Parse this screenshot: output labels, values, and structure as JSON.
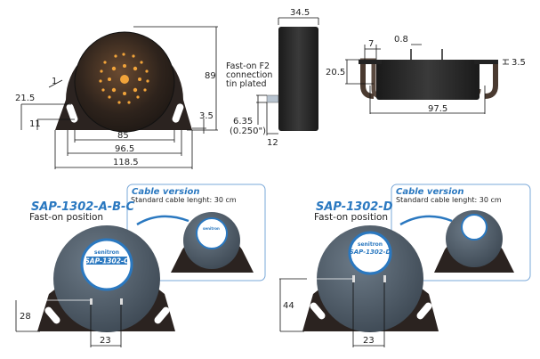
{
  "front_view": {
    "dims": {
      "height": "89",
      "slot_offset": "21.5",
      "slot_height": "11",
      "base": "3.5",
      "slot_inner": "85",
      "slot_outer": "96.5",
      "width": "118.5",
      "wall": "1"
    }
  },
  "side_view": {
    "dims": {
      "depth": "34.5",
      "terminal": "12",
      "faston_width": "6.35",
      "faston_width_in": "(0.250\")"
    },
    "note": [
      "Fast-on F2",
      "connection",
      "tin plated"
    ]
  },
  "top_view": {
    "dims": {
      "flange": "7",
      "pin": "0.8",
      "flange_thickness": "3.5",
      "height": "20.5",
      "slot_span": "97.5"
    }
  },
  "variants": [
    {
      "model": "SAP-1302-A-B-C",
      "subtitle": "Fast-on position",
      "label_brand": "senitron",
      "label_model": "SAP-1302-C",
      "dims": {
        "height": "28",
        "spacing": "23"
      },
      "cable": {
        "title": "Cable version",
        "caption": "Standard cable lenght: 30 cm"
      }
    },
    {
      "model": "SAP-1302-D",
      "subtitle": "Fast-on position",
      "label_brand": "senitron",
      "label_model": "SAP-1302-D",
      "dims": {
        "height": "44",
        "spacing": "23"
      },
      "cable": {
        "title": "Cable version",
        "caption": "Standard cable lenght: 30 cm"
      }
    }
  ],
  "colors": {
    "accent": "#2a78c0",
    "body": "#2a2420",
    "face": "#4a5560",
    "dots": "#f2a43a"
  }
}
